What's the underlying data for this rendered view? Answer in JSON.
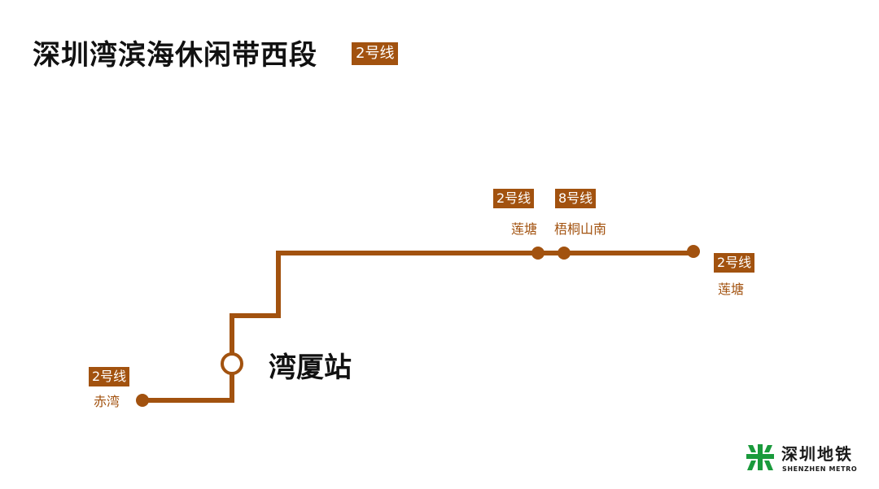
{
  "header": {
    "title": "深圳湾滨海休闲带西段",
    "line_badge": "2号线"
  },
  "colors": {
    "line": "#a2520f",
    "logo_green": "#1a9a3c",
    "text": "#111111"
  },
  "current_station": "湾厦站",
  "stations": {
    "chiwan": {
      "line": "2号线",
      "name": "赤湾"
    },
    "liantang_mid": {
      "line": "2号线",
      "name": "莲塘"
    },
    "wutong_shannan": {
      "line": "8号线",
      "name": "梧桐山南"
    },
    "liantang_end": {
      "line": "2号线",
      "name": "莲塘"
    }
  },
  "logo": {
    "icon": "shenzhen-metro-logo-icon",
    "name_cn": "深圳地铁",
    "name_en": "SHENZHEN METRO"
  }
}
